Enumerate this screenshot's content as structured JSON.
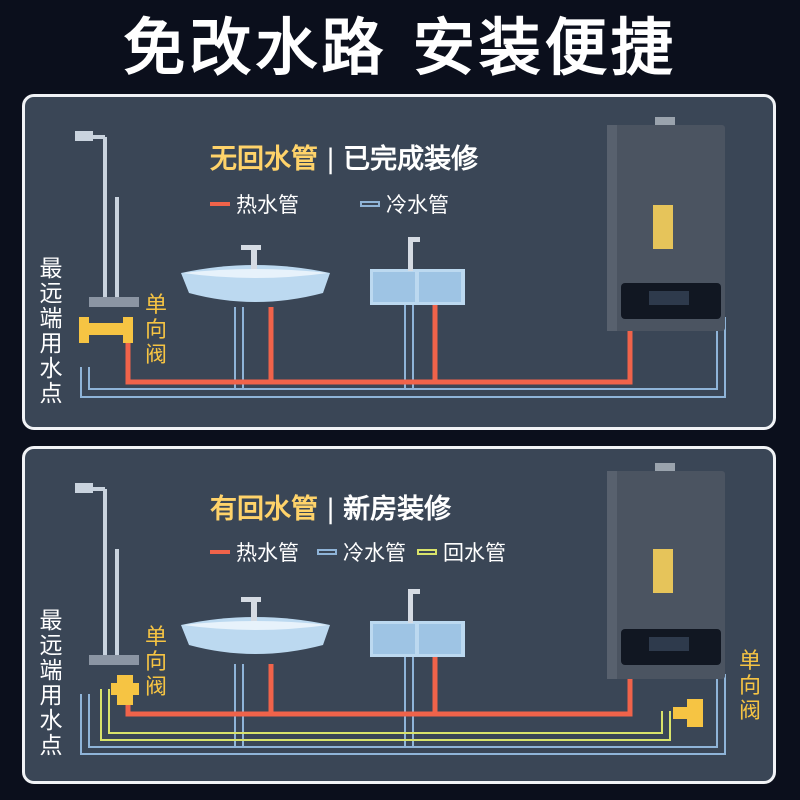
{
  "headline": "免改水路 安装便捷",
  "panel_top": {
    "title_highlight": "无回水管",
    "title_divider": "|",
    "title_rest": "已完成装修",
    "legend": [
      {
        "label": "热水管",
        "color": "#f0634a"
      },
      {
        "label": "冷水管",
        "color": "#8fb4d8"
      }
    ],
    "farthest_label": "最远端用水点",
    "valve_label": "单向阀"
  },
  "panel_bottom": {
    "title_highlight": "有回水管",
    "title_divider": "|",
    "title_rest": "新房装修",
    "legend": [
      {
        "label": "热水管",
        "color": "#f0634a"
      },
      {
        "label": "冷水管",
        "color": "#8fb4d8"
      },
      {
        "label": "回水管",
        "color": "#d9e36a"
      }
    ],
    "farthest_label": "最远端用水点",
    "valve_label_left": "单向阀",
    "valve_label_right": "单向阀"
  },
  "colors": {
    "hot_pipe": "#f0634a",
    "cold_pipe": "#8fb4d8",
    "return_pipe": "#d9e36a",
    "valve": "#f6c443",
    "highlight_text": "#ffd36a",
    "panel_bg": "#3a4656"
  },
  "icons": [
    "shower-icon",
    "basin-icon",
    "sink-icon",
    "water-heater-icon",
    "check-valve-icon"
  ]
}
